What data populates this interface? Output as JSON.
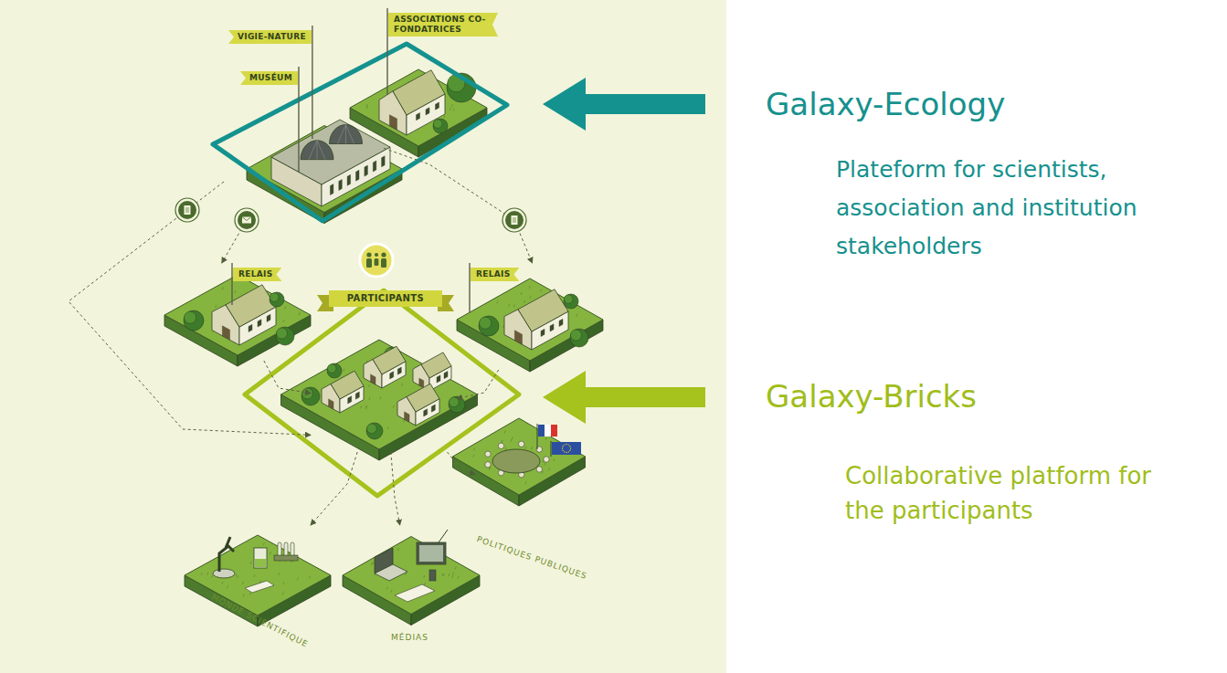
{
  "diagram": {
    "nodes": [
      {
        "text": [
          "Galaxy-Ecology",
          "Plateform for scientists, association and institution stakeholders"
        ]
      },
      {
        "text": [
          "VIGIE-NATURE",
          "MUSÉUM"
        ],
        "in": 0
      },
      {
        "text": [
          "ASSOCIATIONS CO-FONDATRICES"
        ],
        "in": 0
      },
      {
        "text": [
          "RELAIS"
        ]
      },
      {
        "text": [
          "RELAIS"
        ]
      },
      {
        "text": [
          "Galaxy-Bricks",
          "Collaborative platform for the participants"
        ]
      },
      {
        "text": [
          "PARTICIPANTS"
        ],
        "in": 5
      },
      {
        "text": [
          "POLITIQUES PUBLIQUES"
        ]
      },
      {
        "text": [
          "MONDE SCIENTIFIQUE"
        ]
      },
      {
        "text": [
          "MÉDIAS"
        ]
      }
    ],
    "edges": [
      {
        "from": 1,
        "to": 6,
        "arrow": "to"
      },
      {
        "from": 1,
        "to": 3,
        "arrow": "to"
      },
      {
        "from": 1,
        "to": 4,
        "arrow": "to"
      },
      {
        "from": 3,
        "to": 6,
        "arrow": "to"
      },
      {
        "from": 4,
        "to": 6,
        "arrow": "to"
      },
      {
        "from": 6,
        "to": 8,
        "arrow": "to"
      },
      {
        "from": 6,
        "to": 9,
        "arrow": "to"
      },
      {
        "from": 6,
        "to": 7,
        "arrow": "to"
      }
    ]
  }
}
